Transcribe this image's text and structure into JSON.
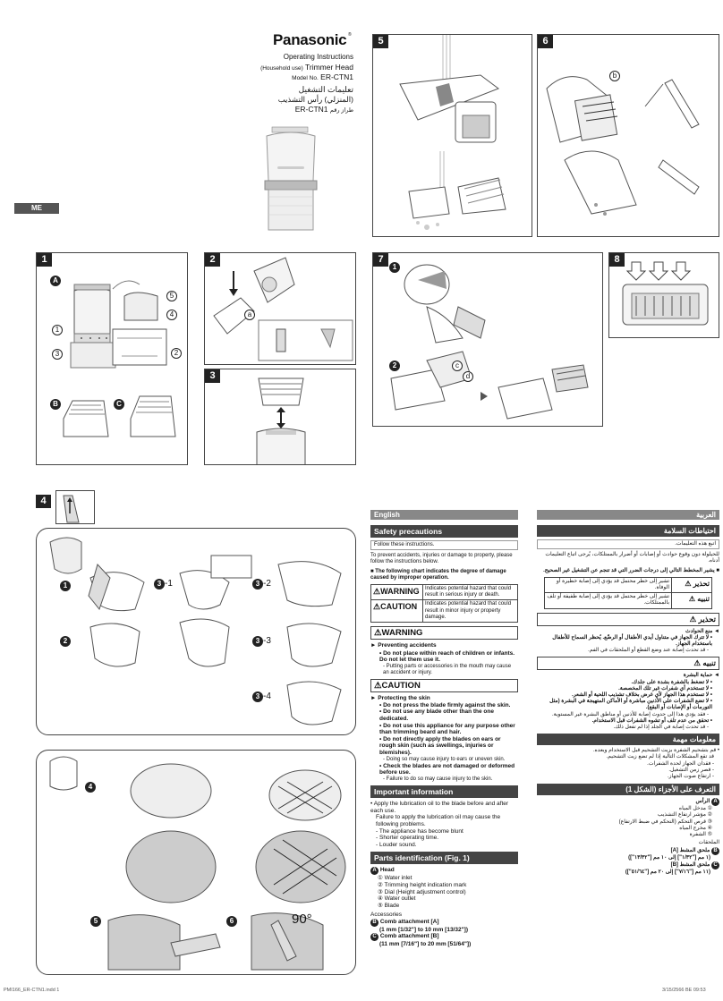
{
  "brand": "Panasonic",
  "cover": {
    "line1": "Operating Instructions",
    "line2_prefix": "(Household use)",
    "line2_main": "Trimmer Head",
    "model_prefix": "Model No.",
    "model": "ER-CTN1",
    "ar_line1": "تعليمات التشغيل",
    "ar_line2": "(المنزلي) رأس التشذيب",
    "ar_model_label": "طراز رقم",
    "ar_model": "ER-CTN1",
    "lang_badge": "ME"
  },
  "panels": {
    "p1": "1",
    "p2": "2",
    "p3": "3",
    "p4": "4",
    "p5": "5",
    "p6": "6",
    "p7": "7",
    "p8": "8"
  },
  "labels": {
    "A": "A",
    "B": "B",
    "C": "C",
    "n1": "1",
    "n2": "2",
    "n3": "3",
    "n4": "4",
    "n5": "5",
    "a": "a",
    "b": "b",
    "c": "c",
    "d": "d",
    "s31": "3-1",
    "s32": "3-2",
    "s33": "3-3",
    "s34": "3-4",
    "s4": "4",
    "s5": "5",
    "s6": "6",
    "s1": "1",
    "s2": "2",
    "deg": "90°",
    "c1": "1",
    "c2": "2"
  },
  "english": {
    "lang": "English",
    "safety_title": "Safety precautions",
    "follow": "Follow these instructions.",
    "prevent": "To prevent accidents, injuries or damage to property, please follow the instructions below.",
    "chart_note": "■  The following chart indicates the degree of damage caused by improper operation.",
    "warning_word": "WARNING",
    "warning_desc": "Indicates potential hazard that could result in serious injury or death.",
    "caution_word": "CAUTION",
    "caution_desc": "Indicates potential hazard that could result in minor injury or property damage.",
    "w_head": "WARNING",
    "w_sub": "Preventing accidents",
    "w_b1": "Do not place within reach of children or infants. Do not let them use it.",
    "w_b1_d": "Putting parts or accessories in the mouth may cause an accident or injury.",
    "c_head": "CAUTION",
    "c_sub": "Protecting the skin",
    "c_b1": "Do not press the blade firmly against the skin.",
    "c_b2": "Do not use any blade other than the one dedicated.",
    "c_b3": "Do not use this appliance for any purpose other than trimming beard and hair.",
    "c_b4": "Do not directly apply the blades on ears or rough skin (such as swellings, injuries or blemishes).",
    "c_b4_d": "Doing so may cause injury to ears or uneven skin.",
    "c_b5": "Check the blades are not damaged or deformed before use.",
    "c_b5_d": "Failure to do so may cause injury to the skin.",
    "info_title": "Important information",
    "info_1": "Apply the lubrication oil to the blade before and after each use.",
    "info_2": "Failure to apply the lubrication oil may cause the following problems.",
    "info_d1": "The appliance has become blunt",
    "info_d2": "Shorter operating time.",
    "info_d3": "Louder sound.",
    "parts_title": "Parts identification (Fig. 1)",
    "head": "Head",
    "parts": [
      "Water inlet",
      "Trimming height indication mark",
      "Dial (Height adjustment control)",
      "Water outlet",
      "Blade"
    ],
    "accessories": "Accessories",
    "combA": "Comb attachment [A]",
    "combA_r": "(1 mm [1/32\"] to 10 mm [13/32\"])",
    "combB": "Comb attachment [B]",
    "combB_r": "(11 mm [7/16\"] to 20 mm [51/64\"])"
  },
  "arabic": {
    "lang": "العربية",
    "safety_title": "احتياطات السلامة",
    "follow": "اتبع هذه التعليمات.",
    "prevent": "للحيلولة دون وقوع حوادث أو إصابات أو أضرار بالممتلكات، يُرجى اتباع التعليمات أدناه.",
    "chart_note": "■ يشير المخطط التالي إلى درجات الضرر التي قد تنجم عن التشغيل غير الصحيح.",
    "warning_word": "تحذير",
    "warning_desc": "تشير إلى خطر محتمل قد يؤدي إلى إصابة خطيرة أو الوفاة.",
    "caution_word": "تنبيه",
    "caution_desc": "تشير إلى خطر محتمل قد يؤدي إلى إصابة طفيفة أو تلف بالممتلكات.",
    "w_head": "تحذير",
    "w_sub": "منع الحوادث",
    "w_b1": "لا تترك الجهاز في متناول أيدي الأطفال أو الرضّع. يُحظر السماح للأطفال باستخدام الجهاز.",
    "w_b1_d": "قد تحدث إصابة عند وضع القطع أو الملحقات في الفم.",
    "c_head": "تنبيه",
    "c_sub": "حماية البشرة",
    "c_b1": "لا تضغط بالشفرة بشدة على جلدك.",
    "c_b2": "لا تستخدم أي شفرات غير تلك المخصصة.",
    "c_b3": "لا تستخدم هذا الجهاز لأي غرض بخلاف تشذيب اللحية أو الشعر.",
    "c_b4": "لا تضع الشفرات على الأذنين مباشرة أو الأماكن المتهيجة في البشرة (مثل التورمات أو الإصابات أو البقع).",
    "c_b4_d": "فقد يؤدي هذا إلى حدوث إصابة للأذنين أو مناطق البشرة غير المستوية.",
    "c_b5": "تحقق من عدم تلف أو تشوه الشفرات قبل الاستخدام.",
    "c_b5_d": "قد تحدث إصابة في الجلد إذا لم تفعل ذلك.",
    "info_title": "معلومات مهمة",
    "info_1": "قم بتشحيم الشفرة بزيت التشحيم قبل الاستخدام وبعده.",
    "info_2": "قد تقع المشكلات التالية إذا لم تضع زيت التشحيم.",
    "info_d1": "فقدان الجهاز لحدة الشفرات.",
    "info_d2": "قصر زمن التشغيل.",
    "info_d3": "ارتفاع صوت الجهاز.",
    "parts_title": "التعرف على الأجزاء (الشكل 1)",
    "head": "الرأس",
    "parts": [
      "مدخل المياه",
      "مؤشر ارتفاع التشذيب",
      "قرص التحكم (التحكم في ضبط الارتفاع)",
      "مخرج المياه",
      "الشفرة"
    ],
    "accessories": "الملحقات",
    "combA": "ملحق المشط [A]",
    "combA_r": "(١ مم [\"١/٣٢\"] إلى ١٠ مم [\"١٣/٣٢\"])",
    "combB": "ملحق المشط [B]",
    "combB_r": "(١١ مم [\"٧/١٦\"] إلى ٢٠ مم [\"٥١/٦٤\"])"
  },
  "footer": {
    "left": "PMI166_ER-CTN1.indd   1",
    "right": "3/15/2566 BE   09:53"
  }
}
